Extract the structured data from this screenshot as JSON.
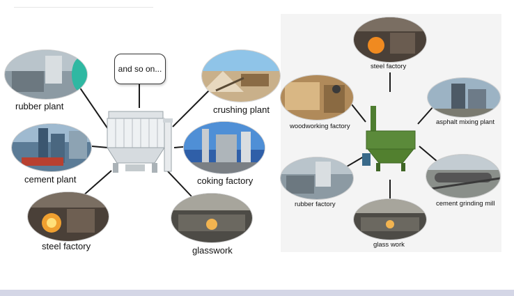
{
  "left_diagram": {
    "bubble_text": "and so on...",
    "labels": {
      "rubber_plant": "rubber plant",
      "cement_plant": "cement plant",
      "steel_factory": "steel factory",
      "crushing_plant": "crushing plant",
      "coking_factory": "coking factory",
      "glasswork": "glasswork"
    }
  },
  "right_diagram": {
    "labels": {
      "steel_factory": "steel factory",
      "woodworking_factory": "woodworking factory",
      "asphalt_mixing_plant": "asphalt mixing plant",
      "rubber_factory": "rubber factory",
      "cement_grinding_mill": "cement grinding mill",
      "glass_work": "glass work"
    }
  },
  "colors": {
    "line": "#1a1a1a",
    "collector_left": "#e9ecee",
    "collector_right": "#5b8a3a",
    "bottom_band": "#d4d6e6"
  }
}
